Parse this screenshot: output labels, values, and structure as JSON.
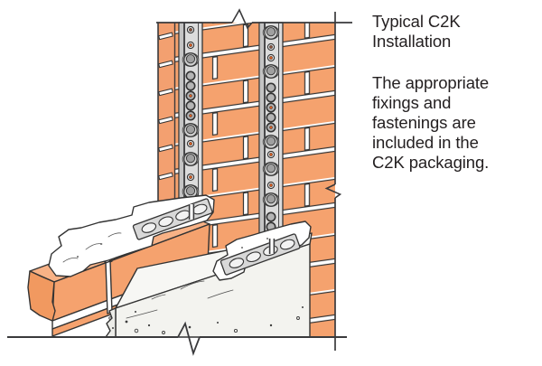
{
  "figure": {
    "caption": {
      "title": "Typical C2K\nInstallation",
      "body": "The appropriate\nfixings and\nfastenings are\nincluded in the\nC2K packaging."
    },
    "illustration": {
      "parts": [
        "existing brick wall",
        "C2K channel left",
        "C2K channel right",
        "channel tie left",
        "channel tie right",
        "brick outer leaf",
        "block inner leaf",
        "mortar beds",
        "break marks"
      ],
      "colors": {
        "brick": "#F5A26E",
        "brick_top": "#F8B286",
        "mortar": "#FFFFFF",
        "outline": "#333333",
        "steel_light": "#DCDCDC",
        "steel_shade": "#C4C4C4",
        "bolt": "#A0A0A0",
        "hole_dot": "#D95B1E",
        "block": "#F7F7F4",
        "text": "#231F20"
      }
    }
  }
}
